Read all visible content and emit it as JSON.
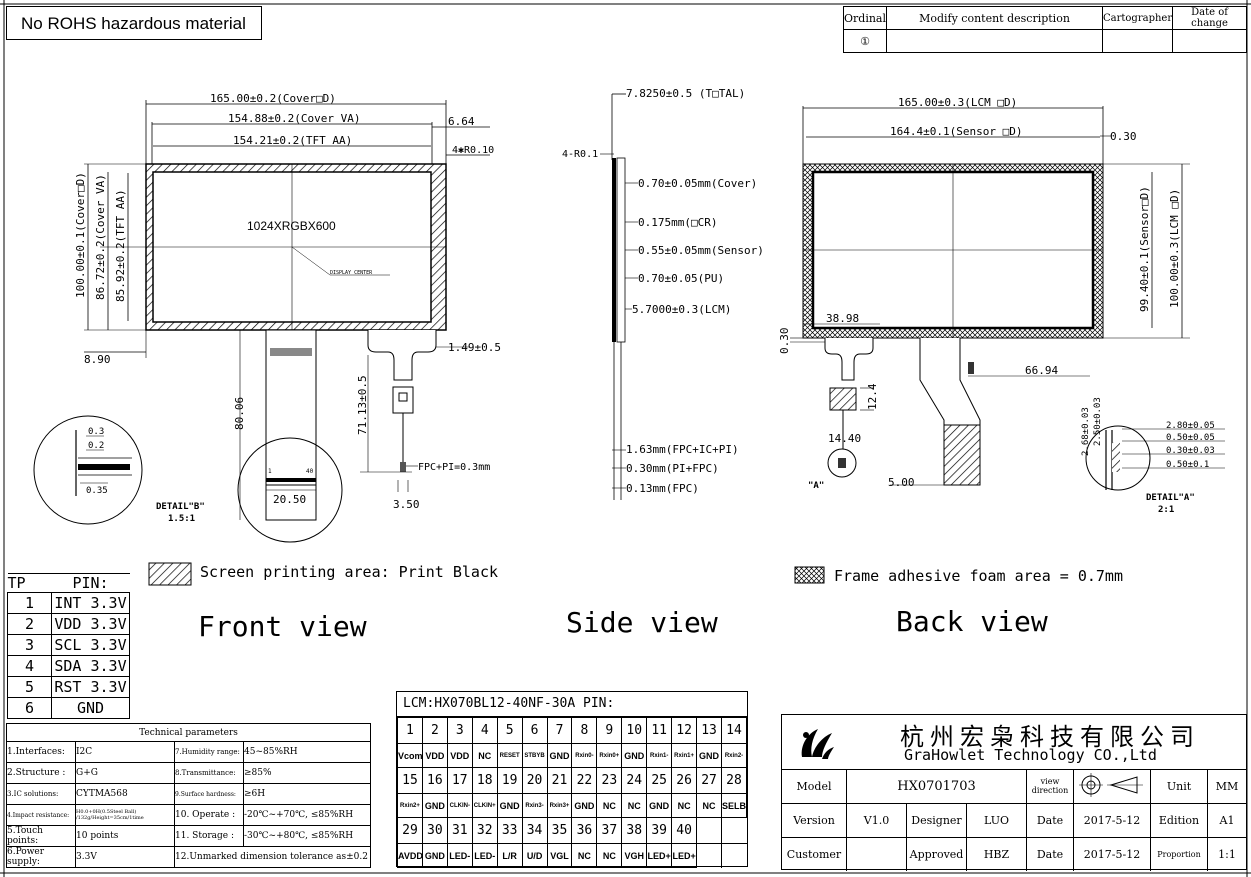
{
  "notice": "No ROHS hazardous material",
  "revision": {
    "headers": [
      "Ordinal",
      "Modify content description",
      "Cartographer",
      "Date of change"
    ],
    "row": [
      "①",
      "",
      "",
      ""
    ]
  },
  "front": {
    "cover_dd": "165.00±0.2(Cover□D)",
    "cover_va": "154.88±0.2(Cover VA)",
    "tft_aa": "154.21±0.2(TFT AA)",
    "right_664": "6.64",
    "radius": "4✱R0.10",
    "h_cover": "100.00±0.1(Cover□D)",
    "h_cover_va": "86.72±0.2(Cover VA)",
    "h_tft_aa": "85.92±0.2(TFT AA)",
    "resolution": "1024XRGBX600",
    "display_center": "DISPLAY CENTER",
    "left_890": "8.90",
    "fpc_149": "1.49±0.5",
    "fpc_len": "80.06",
    "fpc_713": "71.13±0.5",
    "fpc_pi": "FPC+PI=0.3mm",
    "width_350": "3.50",
    "width_2050": "20.50",
    "pin1": "1",
    "pin40": "40",
    "detail_b_03": "0.3",
    "detail_b_02": "0.2",
    "detail_b_035": "0.35",
    "detail_b_title": "DETAIL\"B\"",
    "detail_b_scale": "1.5:1",
    "legend": "Screen printing area:  Print Black",
    "title": "Front view"
  },
  "side": {
    "total": "7.8250±0.5 (T□TAL)",
    "r01": "4-R0.1",
    "cover": "0.70±0.05mm(Cover)",
    "ocr": "0.175mm(□CR)",
    "sensor": "0.55±0.05mm(Sensor)",
    "pu": "0.70±0.05(PU)",
    "lcm": "5.7000±0.3(LCM)",
    "fpc_ic": "1.63mm(FPC+IC+PI)",
    "pi_fpc": "0.30mm(PI+FPC)",
    "fpc": "0.13mm(FPC)",
    "title": "Side view"
  },
  "back": {
    "lcm_dd": "165.00±0.3(LCM □D)",
    "sensor_dd": "164.4±0.1(Sensor □D)",
    "r030": "0.30",
    "h_sensor": "99.40±0.1(Sensor□D)",
    "h_lcm": "100.00±0.3(LCM □D)",
    "d3898": "38.98",
    "d030v": "0.30",
    "d6694": "66.94",
    "d124": "12.4",
    "d1440": "14.40",
    "d500": "5.00",
    "a_label": "\"A\"",
    "v268": "2.68±0.03",
    "v250": "2.50±0.03",
    "d280": "2.80±0.05",
    "d050": "0.50±0.05",
    "d030": "0.30±0.03",
    "d0501": "0.50±0.1",
    "detail_a_title": "DETAIL\"A\"",
    "detail_a_scale": "2:1",
    "legend": "Frame adhesive foam area = 0.7mm",
    "title": "Back view"
  },
  "tp_pins": {
    "headers": [
      "TP",
      "PIN:"
    ],
    "rows": [
      [
        "1",
        "INT 3.3V"
      ],
      [
        "2",
        "VDD 3.3V"
      ],
      [
        "3",
        "SCL 3.3V"
      ],
      [
        "4",
        "SDA 3.3V"
      ],
      [
        "5",
        "RST 3.3V"
      ],
      [
        "6",
        "GND"
      ]
    ]
  },
  "tech": {
    "title": "Technical parameters",
    "rows": [
      [
        "1.Interfaces:",
        "I2C",
        "7.Humidity range:",
        "45~85%RH"
      ],
      [
        "2.Structure :",
        "G+G",
        "8.Transmittance:",
        "≥85%"
      ],
      [
        "3.IC solutions:",
        "CYTMA568",
        "9.Surface hardness:",
        "≥6H"
      ],
      [
        "4.Impact resistance:",
        "H0.0+0H(0.5Steel Ball) /132g/Height=35cm/1time",
        "10. Operate :",
        "-20℃~+70℃, ≤85%RH"
      ],
      [
        "5.Touch points:",
        "10 points",
        "11. Storage :",
        "-30℃~+80℃, ≤85%RH"
      ],
      [
        "6.Power supply:",
        "3.3V",
        "12.Unmarked dimension tolerance as±0.2",
        ""
      ]
    ]
  },
  "lcm_pins": {
    "title": "LCM:HX070BL12-40NF-30A PIN:",
    "rows": [
      [
        "1",
        "2",
        "3",
        "4",
        "5",
        "6",
        "7",
        "8",
        "9",
        "10",
        "11",
        "12",
        "13",
        "14"
      ],
      [
        "Vcom",
        "VDD",
        "VDD",
        "NC",
        "RESET",
        "STBYB",
        "GND",
        "Rxin0-",
        "Rxin0+",
        "GND",
        "Rxin1-",
        "Rxin1+",
        "GND",
        "Rxin2-"
      ],
      [
        "15",
        "16",
        "17",
        "18",
        "19",
        "20",
        "21",
        "22",
        "23",
        "24",
        "25",
        "26",
        "27",
        "28"
      ],
      [
        "Rxin2+",
        "GND",
        "CLKIN-",
        "CLKIN+",
        "GND",
        "Rxin3-",
        "Rxin3+",
        "GND",
        "NC",
        "NC",
        "GND",
        "NC",
        "NC",
        "SELB"
      ],
      [
        "29",
        "30",
        "31",
        "32",
        "33",
        "34",
        "35",
        "36",
        "37",
        "38",
        "39",
        "40",
        "",
        ""
      ],
      [
        "AVDD",
        "GND",
        "LED-",
        "LED-",
        "L/R",
        "U/D",
        "VGL",
        "NC",
        "NC",
        "VGH",
        "LED+",
        "LED+",
        "",
        ""
      ]
    ]
  },
  "titleblock": {
    "company_cn": "杭州宏枭科技有限公司",
    "company_en": "GraHowlet Technology CO.,Ltd",
    "model_label": "Model",
    "model": "HX0701703",
    "view_direction": "view direction",
    "unit_label": "Unit",
    "unit": "MM",
    "version_label": "Version",
    "version": "V1.0",
    "designer_label": "Designer",
    "designer": "LUO",
    "date_label": "Date",
    "date1": "2017-5-12",
    "edition_label": "Edition",
    "edition": "A1",
    "customer_label": "Customer",
    "approved_label": "Approved",
    "approved": "HBZ",
    "date2": "2017-5-12",
    "proportion_label": "Proportion",
    "proportion": "1:1"
  }
}
